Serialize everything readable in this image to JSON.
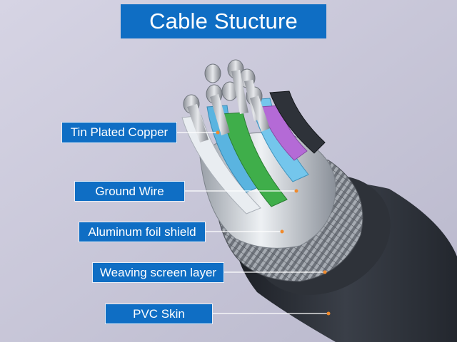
{
  "title": "Cable Stucture",
  "labels": [
    "Tin Plated Copper",
    "Ground Wire",
    "Aluminum foil shield",
    "Weaving screen layer",
    "PVC Skin"
  ],
  "colors": {
    "background": "#c9c7d9",
    "label_fill": "#0f6ec4",
    "label_text": "#ffffff",
    "leader_line": "#ffffff",
    "pointer_dot": "#f08a2c",
    "pvc_skin": "#2b2f36",
    "braid": "#8a8f96",
    "foil": "#c8ccd2",
    "wire_blue": "#5ab4e0",
    "wire_green": "#3fae4a",
    "wire_purple": "#b46ad6",
    "copper": "#b9bdc3"
  }
}
